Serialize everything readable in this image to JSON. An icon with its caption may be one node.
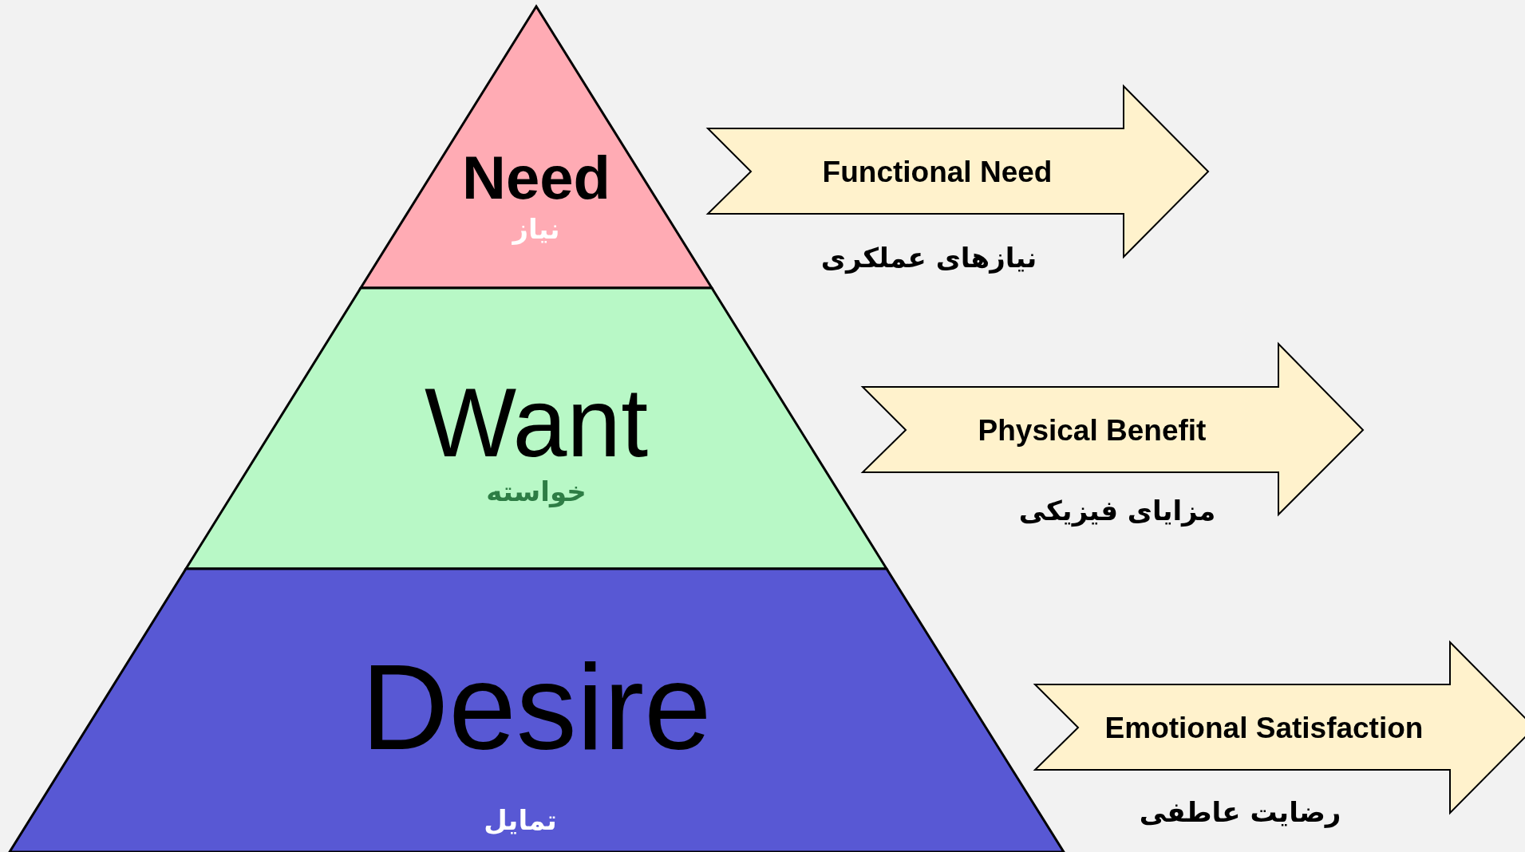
{
  "diagram": {
    "nodes": [
      {
        "text": [
          "Need",
          "نیاز"
        ]
      },
      {
        "text": [
          "Want",
          "خواسته"
        ]
      },
      {
        "text": [
          "Desire",
          "تمایل"
        ]
      },
      {
        "text": [
          "Functional Need"
        ],
        "beside": [
          "نیازهای عملکری"
        ]
      },
      {
        "text": [
          "Physical Benefit"
        ],
        "beside": [
          "مزایای فیزیکی"
        ]
      },
      {
        "text": [
          "Emotional Satisfaction"
        ],
        "beside": [
          "رضایت عاطفی"
        ]
      }
    ]
  }
}
